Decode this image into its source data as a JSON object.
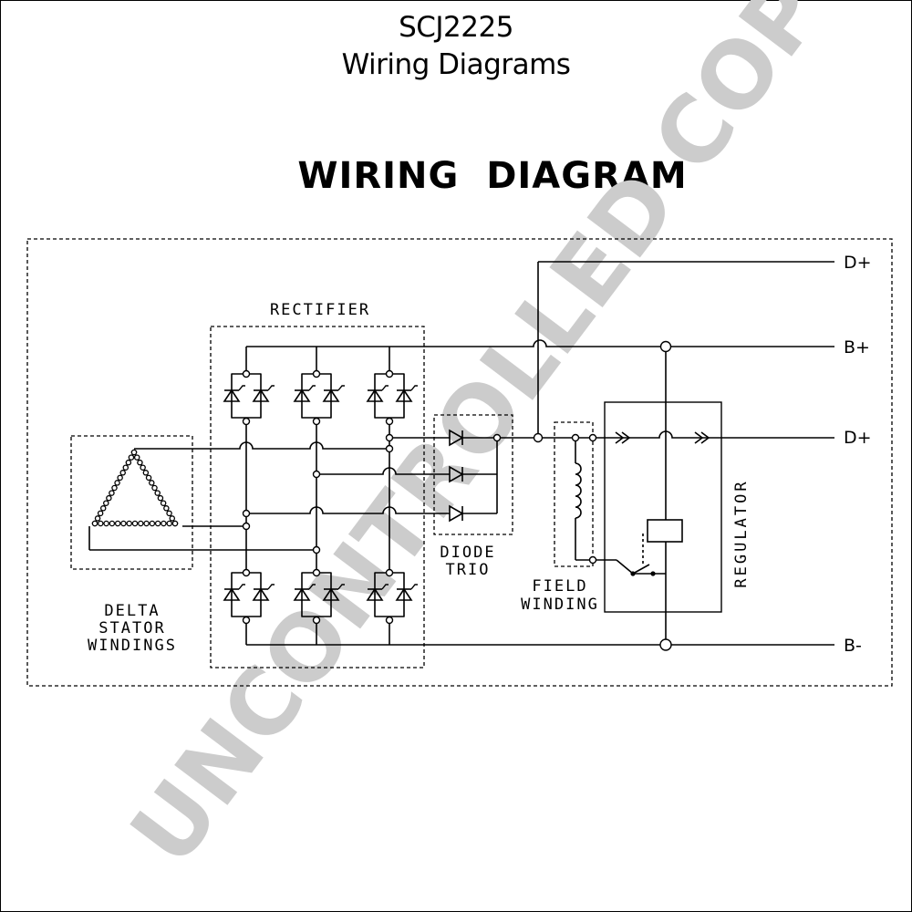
{
  "header": {
    "part_number": "SCJ2225",
    "subtitle": "Wiring Diagrams",
    "diagram_title": "WIRING  DIAGRAM"
  },
  "labels": {
    "rectifier": "RECTIFIER",
    "diode_trio": [
      "DIODE",
      "TRIO"
    ],
    "field_winding": [
      "FIELD",
      "WINDING"
    ],
    "delta_stator": [
      "DELTA",
      "STATOR",
      "WINDINGS"
    ],
    "regulator": "REGULATOR"
  },
  "terminals": {
    "d_plus_top": "D+",
    "b_plus": "B+",
    "d_plus_mid": "D+",
    "b_minus": "B-"
  },
  "watermark": "UNCONTROLLED COPY",
  "colors": {
    "line": "#000000",
    "watermark": "#cccccc",
    "background": "#ffffff"
  }
}
